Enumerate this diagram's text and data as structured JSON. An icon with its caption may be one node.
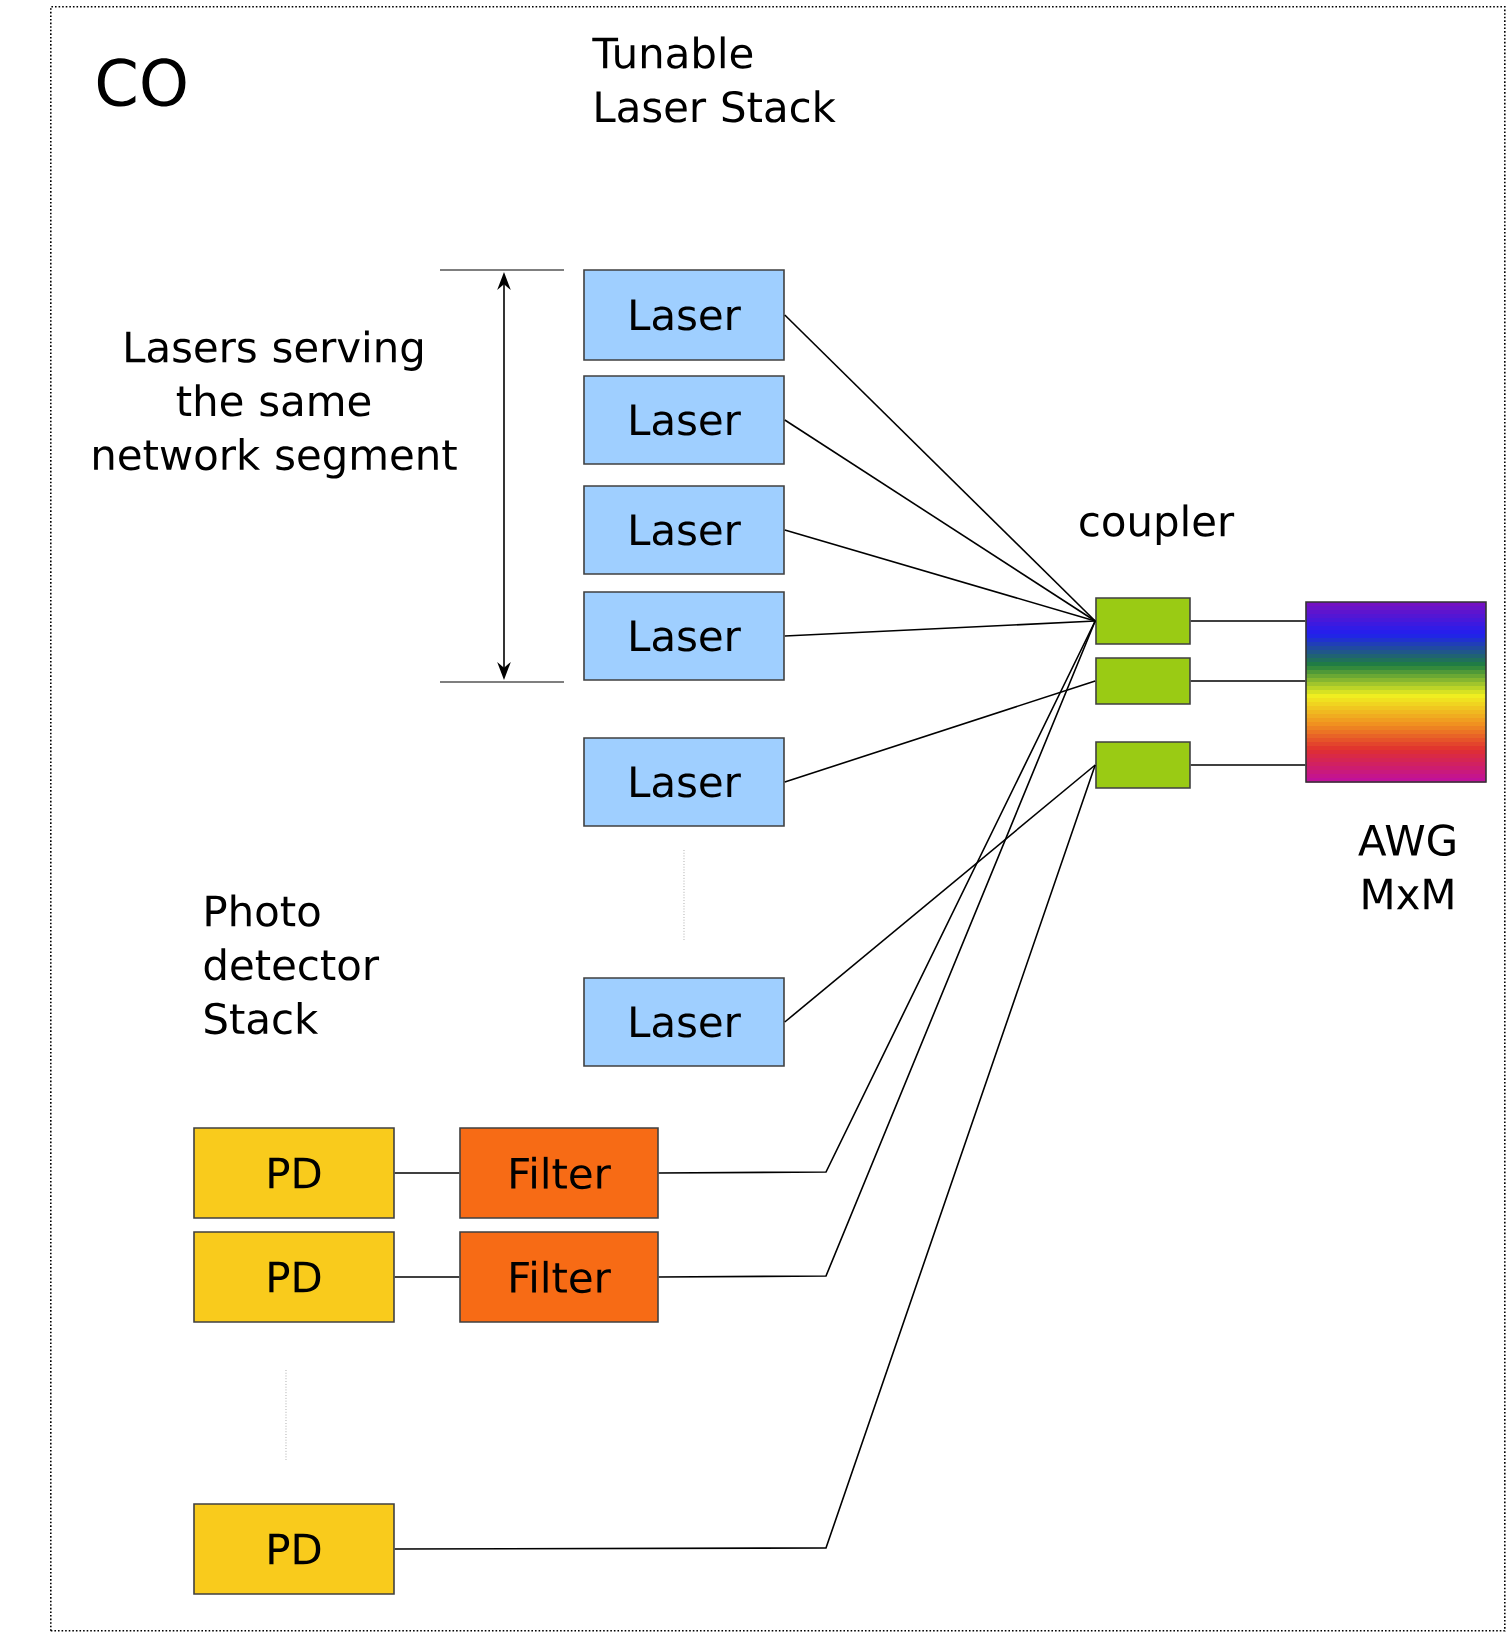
{
  "diagram": {
    "nodes": [
      {
        "text": [
          "CO"
        ]
      },
      {
        "text": [
          "Laser"
        ],
        "in": 0
      },
      {
        "text": [
          "Laser"
        ],
        "in": 0
      },
      {
        "text": [
          "Laser"
        ],
        "in": 0
      },
      {
        "text": [
          "Laser"
        ],
        "in": 0
      },
      {
        "text": [
          "Laser"
        ],
        "in": 0
      },
      {
        "text": [
          "Laser"
        ],
        "in": 0
      },
      {
        "text": [
          "PD"
        ],
        "in": 0
      },
      {
        "text": [
          "Filter"
        ],
        "in": 0
      },
      {
        "text": [
          "PD"
        ],
        "in": 0
      },
      {
        "text": [
          "Filter"
        ],
        "in": 0
      },
      {
        "text": [
          "PD"
        ],
        "in": 0
      },
      {
        "text": [],
        "shape": "box",
        "in": 0
      },
      {
        "text": [],
        "shape": "box",
        "in": 0
      },
      {
        "text": [],
        "shape": "box",
        "in": 0
      },
      {
        "text": [
          "AWG MxM"
        ],
        "in": 0
      }
    ],
    "edges": [
      {
        "from": 1,
        "to": 12,
        "arrow": "none"
      },
      {
        "from": 2,
        "to": 12,
        "arrow": "none"
      },
      {
        "from": 3,
        "to": 12,
        "arrow": "none"
      },
      {
        "from": 4,
        "to": 12,
        "arrow": "none"
      },
      {
        "from": 5,
        "to": 13,
        "arrow": "none"
      },
      {
        "from": 6,
        "to": 14,
        "arrow": "none"
      },
      {
        "from": 7,
        "to": 8,
        "arrow": "none"
      },
      {
        "from": 8,
        "to": 12,
        "arrow": "none"
      },
      {
        "from": 9,
        "to": 10,
        "arrow": "none"
      },
      {
        "from": 10,
        "to": 12,
        "arrow": "none"
      },
      {
        "from": 11,
        "to": 14,
        "arrow": "none"
      },
      {
        "from": 12,
        "to": 15,
        "arrow": "none"
      },
      {
        "from": 13,
        "to": 15,
        "arrow": "none"
      },
      {
        "from": 14,
        "to": 15,
        "arrow": "none"
      }
    ],
    "labels": [
      "Tunable Laser Stack",
      "Lasers serving the same network segment",
      "coupler",
      "Photo detector Stack"
    ]
  }
}
